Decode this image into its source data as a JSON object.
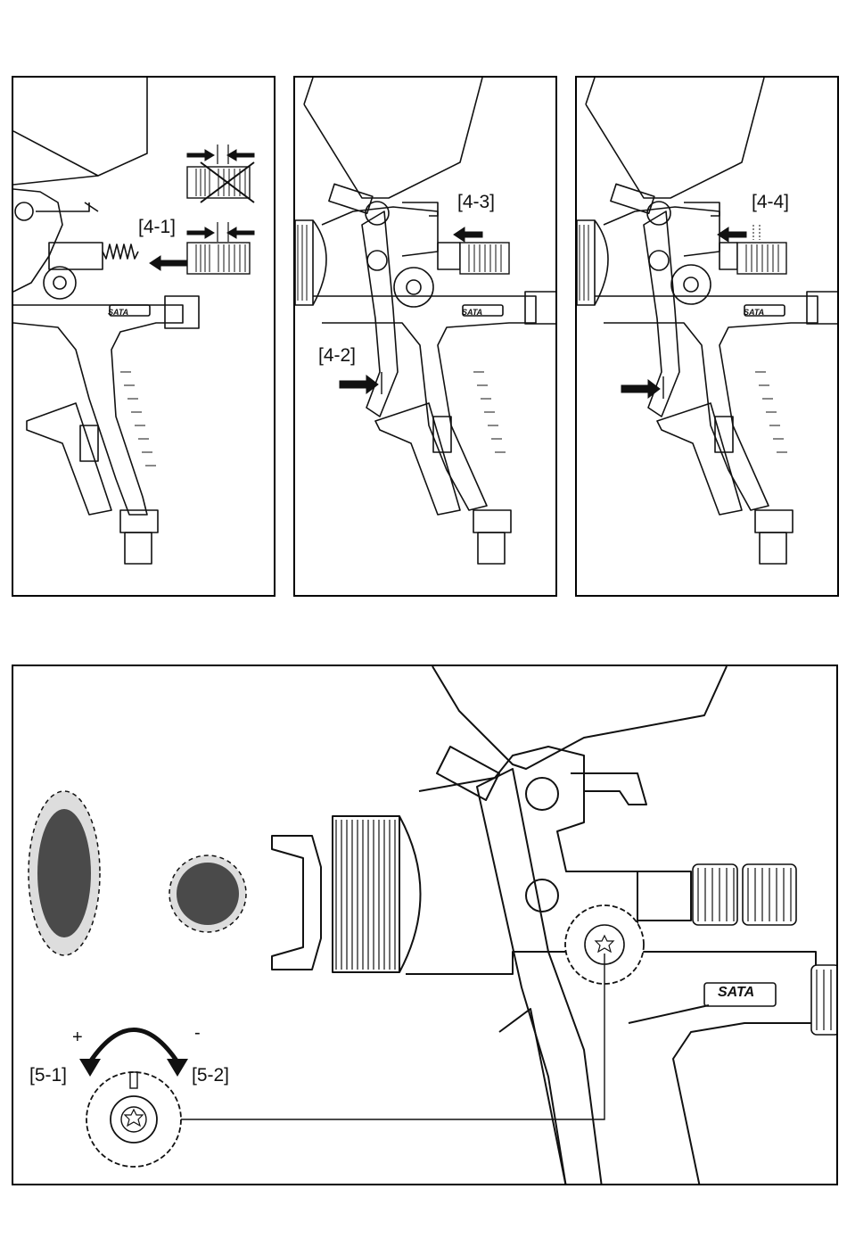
{
  "panels": [
    {
      "id": "4-1",
      "label": "[4-1]"
    },
    {
      "id": "4-2",
      "label": "[4-2]",
      "label2": "[4-3]"
    },
    {
      "id": "4-4",
      "label": "[4-4]"
    }
  ],
  "brand": "SATA",
  "detail": {
    "plus": "+",
    "minus": "-",
    "left_label": "[5-1]",
    "right_label": "[5-2]"
  },
  "colors": {
    "line": "#111111",
    "spray_dark": "#4a4a4a",
    "spray_halo": "#dddddd"
  }
}
